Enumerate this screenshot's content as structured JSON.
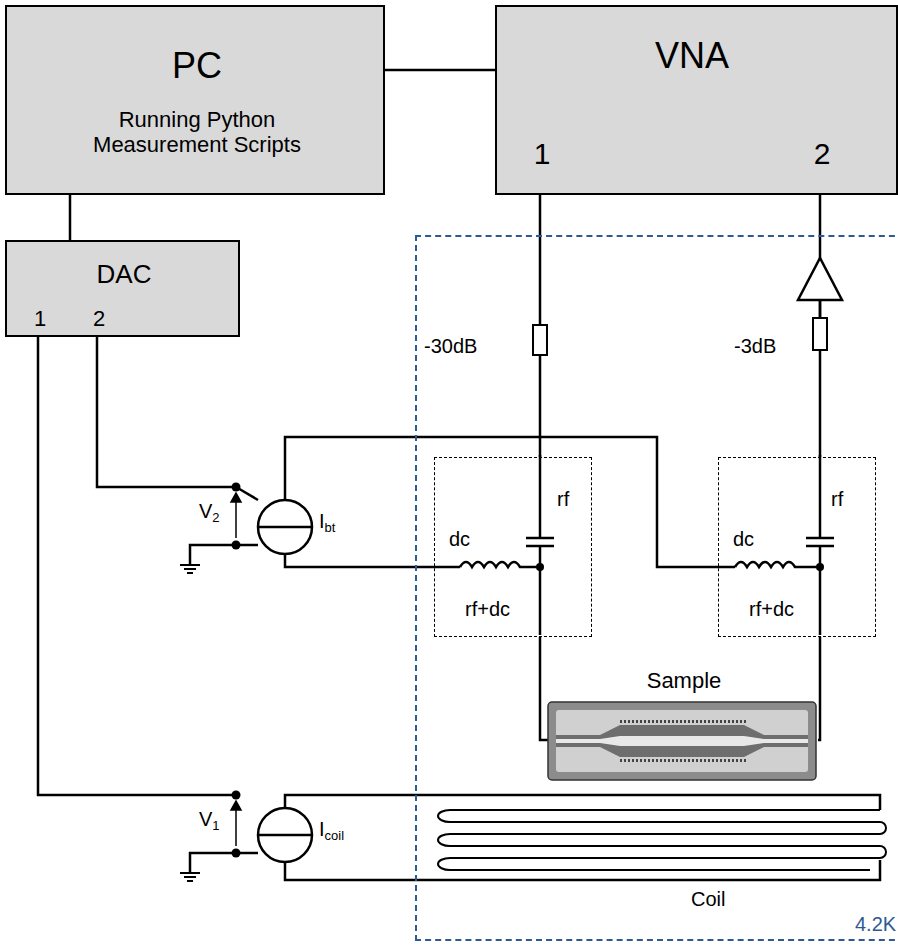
{
  "diagram": {
    "nodes": [
      {
        "text": [
          "PC",
          "Running Python Measurement Scripts"
        ]
      },
      {
        "text": [
          "VNA",
          "1",
          "2"
        ]
      },
      {
        "text": [
          "DAC",
          "1",
          "2"
        ]
      },
      {
        "text": [
          "4.2K"
        ]
      },
      {
        "text": [
          "rf",
          "dc",
          "rf+dc"
        ],
        "in": 3
      },
      {
        "text": [
          "rf",
          "dc",
          "rf+dc"
        ],
        "in": 3
      },
      {
        "text": [
          "Sample"
        ],
        "in": 3
      }
    ],
    "edges": [
      {
        "from": 0,
        "to": 1,
        "arrow": "none"
      },
      {
        "from": 0,
        "to": 2,
        "arrow": "none"
      },
      {
        "from": 1,
        "to": 4,
        "arrow": "none"
      },
      {
        "from": 1,
        "to": 5,
        "arrow": "none"
      },
      {
        "from": 4,
        "to": 6,
        "arrow": "none"
      },
      {
        "from": 5,
        "to": 6,
        "arrow": "none"
      }
    ],
    "labels": [
      "-30dB",
      "-3dB",
      "V2",
      "Ibt",
      "V1",
      "Icoil",
      "Coil"
    ]
  }
}
